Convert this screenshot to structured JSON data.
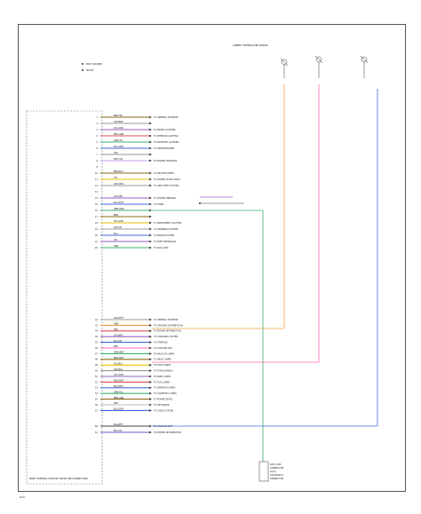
{
  "diagram": {
    "legend": [
      "BODY GROUND",
      "SPLICE"
    ],
    "module": {
      "title": "BODY CONTROL MODULE (MULTI-PIN CONNECTOR)"
    },
    "ground_sensor": {
      "title": "AMBIENT TEMPERATURE SENSOR"
    },
    "footer": "W.D.",
    "connector_box": {
      "lines": [
        "DATA LINK",
        "CONNECTOR",
        "(DLC)",
        "DIAGNOSTIC",
        "CONNECTOR"
      ]
    },
    "pin_rows": [
      {
        "pin": "1",
        "wire": "BRN-YEL",
        "color": "#8b6914",
        "dest": "TO GENERAL PURPOSE"
      },
      {
        "pin": "2",
        "wire": "GRY-BRN",
        "color": "#9a9a9a",
        "dest": ""
      },
      {
        "pin": "3",
        "wire": "VIO-ORN",
        "color": "#9b5fc0",
        "dest": "TO FRONT LIGHTING"
      },
      {
        "pin": "4",
        "wire": "RED-GRN",
        "color": "#d9534f",
        "dest": "TO INTERIOR LIGHTING"
      },
      {
        "pin": "5",
        "wire": "GRN-VIO",
        "color": "#3cb371",
        "dest": "TO EXTERIOR LIGHTING"
      },
      {
        "pin": "6",
        "wire": "BLU-ORN",
        "color": "#4169e1",
        "dest": "TO WIPER/WASHER"
      },
      {
        "pin": "7",
        "wire": "GRY",
        "color": "#9a9a9a",
        "dest": ""
      },
      {
        "pin": "8",
        "wire": "WHT-VIO",
        "color": "#c8a2e8",
        "dest": "TO POWER WINDOWS"
      },
      {
        "pin": "9",
        "wire": "",
        "color": "",
        "dest": ""
      },
      {
        "pin": "10",
        "wire": "BRN-BLU",
        "color": "#8b6914",
        "dest": "TO KEYLESS ENTRY"
      },
      {
        "pin": "11",
        "wire": "YEL",
        "color": "#e6c200",
        "dest": "TO POWER DOOR LOCKS"
      },
      {
        "pin": "12",
        "wire": "GRY-ORN",
        "color": "#9a9a9a",
        "dest": "TO ANTI-THEFT SYSTEM"
      },
      {
        "pin": "13",
        "wire": "",
        "color": "",
        "dest": ""
      },
      {
        "pin": "14",
        "wire": "VIO-RED",
        "color": "#9b5fc0",
        "dest": "TO POWER MIRRORS"
      },
      {
        "pin": "15",
        "wire": "BLU-WHT",
        "color": "#4169e1",
        "dest": "TO HORN"
      },
      {
        "pin": "16",
        "wire": "GRN-ORN",
        "color": "#3cb371",
        "dest": ""
      },
      {
        "pin": "17",
        "wire": "BRN",
        "color": "#8b6914",
        "dest": ""
      },
      {
        "pin": "18",
        "wire": "YEL-GRN",
        "color": "#e6c200",
        "dest": "TO INSTRUMENT CLUSTER"
      },
      {
        "pin": "19",
        "wire": "GRY-YEL",
        "color": "#9a9a9a",
        "dest": "TO WARNING SYSTEMS"
      },
      {
        "pin": "20",
        "wire": "BLU",
        "color": "#4169e1",
        "dest": "TO MODULE COMM"
      },
      {
        "pin": "21",
        "wire": "VIO",
        "color": "#9b5fc0",
        "dest": "TO SHIFT INTERLOCK"
      },
      {
        "pin": "22",
        "wire": "GRN",
        "color": "#3cb371",
        "dest": "TO DATA LINK"
      }
    ],
    "lower_rows": [
      {
        "pin": "41",
        "wire": "GRY-WHT",
        "color": "#9a9a9a",
        "dest": "TO GENERAL PURPOSE"
      },
      {
        "pin": "42",
        "wire": "ORN",
        "color": "#f0a040",
        "dest": "TO GROUND DISTRIBUTION"
      },
      {
        "pin": "43",
        "wire": "RED",
        "color": "#d9534f",
        "dest": "TO POWER DISTRIBUTION"
      },
      {
        "pin": "44",
        "wire": "VIO-WHT",
        "color": "#9b5fc0",
        "dest": "TO CHARGING SYSTEM"
      },
      {
        "pin": "45",
        "wire": "BLU-YEL",
        "color": "#4169e1",
        "dest": "TO STARTING"
      },
      {
        "pin": "46",
        "wire": "PNK",
        "color": "#ff69b4",
        "dest": "TO COOLING FAN"
      },
      {
        "pin": "47",
        "wire": "GRN-WHT",
        "color": "#3cb371",
        "dest": "TO BACK-UP LAMPS"
      },
      {
        "pin": "48",
        "wire": "BRN-WHT",
        "color": "#8b6914",
        "dest": "TO HEAD LAMPS"
      },
      {
        "pin": "49",
        "wire": "YEL-BLK",
        "color": "#e6c200",
        "dest": "TO STOP LAMPS"
      },
      {
        "pin": "50",
        "wire": "GRY-BLU",
        "color": "#9a9a9a",
        "dest": "TO TURN SIGNALS"
      },
      {
        "pin": "51",
        "wire": "VIO-GRN",
        "color": "#9b5fc0",
        "dest": "TO PARK LAMPS"
      },
      {
        "pin": "52",
        "wire": "RED-WHT",
        "color": "#d9534f",
        "dest": "TO FOG LAMPS"
      },
      {
        "pin": "53",
        "wire": "BLU-RED",
        "color": "#4169e1",
        "dest": "TO INTERIOR LAMPS"
      },
      {
        "pin": "54",
        "wire": "GRN-YEL",
        "color": "#3cb371",
        "dest": "TO COURTESY LAMPS"
      },
      {
        "pin": "55",
        "wire": "BRN-ORN",
        "color": "#8b6914",
        "dest": "TO POWER SEATS"
      },
      {
        "pin": "56",
        "wire": "WHT",
        "color": "#bbbbbb",
        "dest": "TO DEFOGGER"
      },
      {
        "pin": "57",
        "wire": "BLU-GRN",
        "color": "#4169e1",
        "dest": "TO AUDIO SYSTEM"
      }
    ],
    "bottom_rows": [
      {
        "pin": "60",
        "wire": "BLK-WHT",
        "color": "#444444",
        "dest": "TO GROUND DIST"
      },
      {
        "pin": "61",
        "wire": "BLU-VIO",
        "color": "#6a5acd",
        "dest": "TO POWER DISTRIBUTION"
      }
    ]
  }
}
